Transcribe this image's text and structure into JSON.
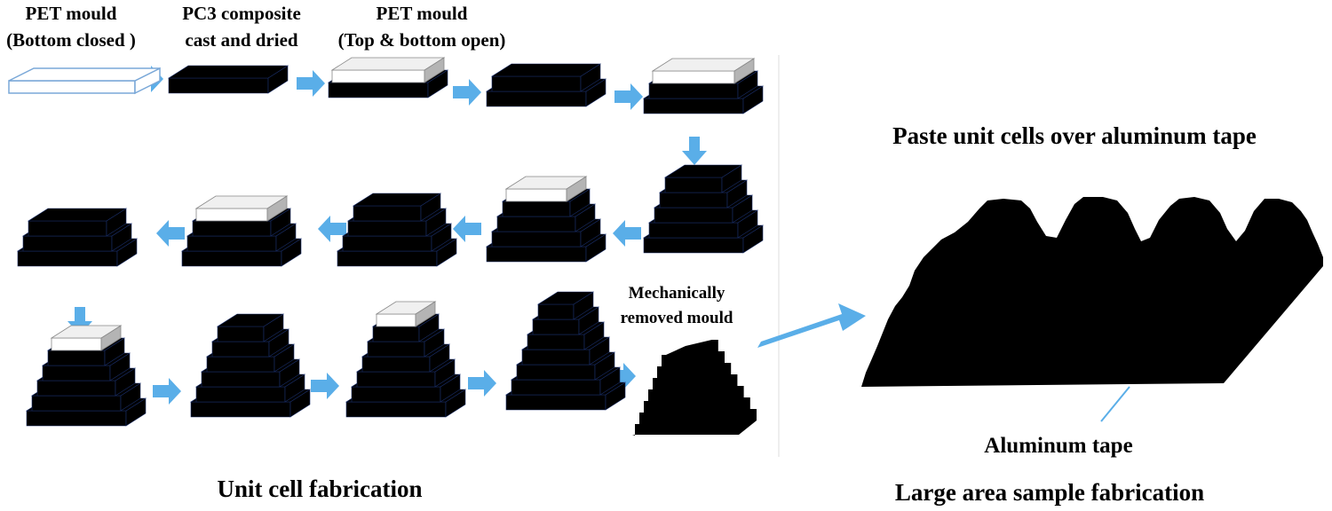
{
  "labels": {
    "pet_mould_closed_line1": "PET mould",
    "pet_mould_closed_line2": "(Bottom closed )",
    "pc3_line1": "PC3 composite",
    "pc3_line2": "cast and dried",
    "pet_mould_open_line1": "PET mould",
    "pet_mould_open_line2": "(Top & bottom open)",
    "mechanically_line1": "Mechanically",
    "mechanically_line2": "removed mould",
    "paste_unit_cells": "Paste unit cells over aluminum tape",
    "aluminum_tape": "Aluminum tape",
    "unit_cell_fabrication": "Unit cell fabrication",
    "large_area_fabrication": "Large area sample fabrication"
  },
  "colors": {
    "black_block": "#000000",
    "mould_white": "#ffffff",
    "mould_top": "#f0f0f0",
    "mould_side": "#b4b4b4",
    "outline_mould": "#7aa8d8",
    "arrow": "#5aaee8",
    "divider": "#dddddd"
  },
  "steps": {
    "row1": [
      {
        "id": "s1",
        "layers": 0,
        "mould": "outline"
      },
      {
        "id": "s2",
        "layers": 1,
        "mould": "none"
      },
      {
        "id": "s3",
        "layers": 1,
        "mould": "white"
      },
      {
        "id": "s4",
        "layers": 2,
        "mould": "none"
      },
      {
        "id": "s5",
        "layers": 2,
        "mould": "white"
      }
    ],
    "row2": [
      {
        "id": "s6",
        "layers": 3,
        "mould": "none"
      },
      {
        "id": "s7",
        "layers": 3,
        "mould": "white"
      },
      {
        "id": "s8",
        "layers": 4,
        "mould": "none"
      },
      {
        "id": "s9",
        "layers": 4,
        "mould": "white"
      },
      {
        "id": "s10",
        "layers": 5,
        "mould": "none"
      }
    ],
    "row3": [
      {
        "id": "s11",
        "layers": 5,
        "mould": "white"
      },
      {
        "id": "s12",
        "layers": 6,
        "mould": "none"
      },
      {
        "id": "s13",
        "layers": 6,
        "mould": "white"
      },
      {
        "id": "s14",
        "layers": 7,
        "mould": "none"
      },
      {
        "id": "s15",
        "layers": 7,
        "mould": "removed"
      }
    ]
  }
}
